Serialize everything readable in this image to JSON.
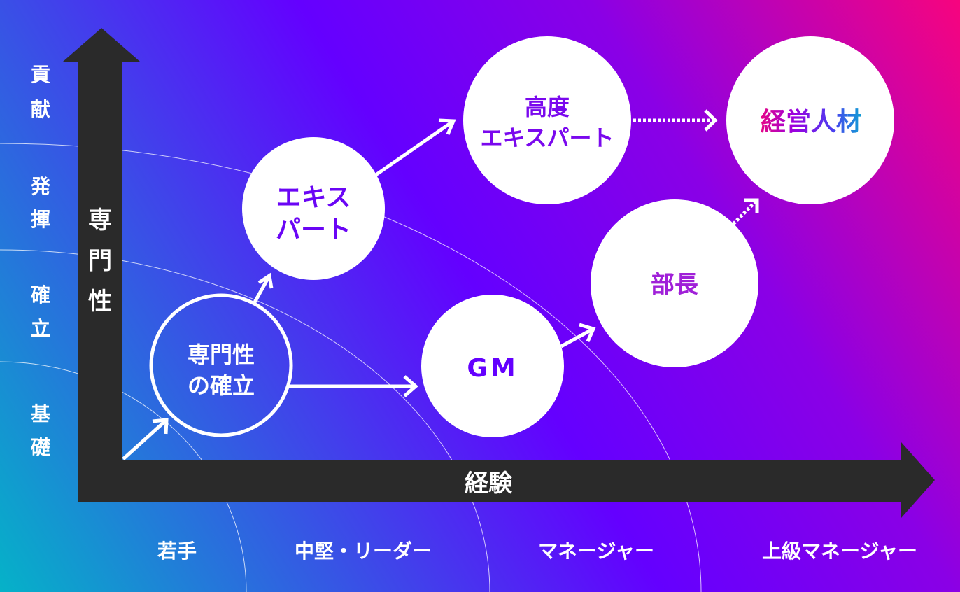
{
  "axes": {
    "y_label": [
      "専",
      "門",
      "性"
    ],
    "x_label": "経験"
  },
  "levels": [
    {
      "chars": [
        "貢",
        "献"
      ]
    },
    {
      "chars": [
        "発",
        "揮"
      ]
    },
    {
      "chars": [
        "確",
        "立"
      ]
    },
    {
      "chars": [
        "基",
        "礎"
      ]
    }
  ],
  "stages": [
    "若手",
    "中堅・リーダー",
    "マネージャー",
    "上級マネージャー"
  ],
  "nodes": {
    "foundation": [
      "専門性",
      "の確立"
    ],
    "expert": [
      "エキス",
      "パート"
    ],
    "senior_expert": [
      "高度",
      "エキスパート"
    ],
    "executive": "経営人材",
    "gm": "GM",
    "director": "部長"
  },
  "colors": {
    "bg_cyan": "#05b2c8",
    "bg_violet": "#6400ff",
    "bg_pink": "#f7047e",
    "axis": "#2a2a2a",
    "node_text": "#6a05f5",
    "director_text": "#a020d8"
  }
}
